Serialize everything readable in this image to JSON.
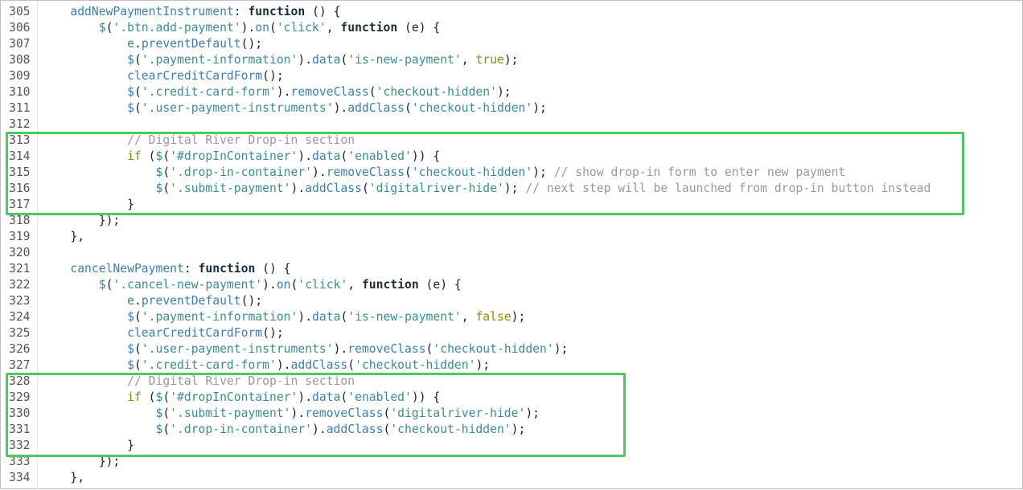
{
  "colors": {
    "highlight": "#4cc964",
    "identifier": "#3b7fb5",
    "string": "#3a8f8a",
    "keyword": "#1c2b3a",
    "comment": "#999999"
  },
  "lines": [
    {
      "n": "305",
      "indent": 1,
      "tokens": [
        [
          "id",
          "addNewPaymentInstrument"
        ],
        [
          "p",
          ": "
        ],
        [
          "kw",
          "function"
        ],
        [
          "p",
          " () {"
        ]
      ]
    },
    {
      "n": "306",
      "indent": 2,
      "tokens": [
        [
          "id",
          "$"
        ],
        [
          "p",
          "("
        ],
        [
          "str",
          "'.btn.add-payment'"
        ],
        [
          "p",
          ")."
        ],
        [
          "id",
          "on"
        ],
        [
          "p",
          "("
        ],
        [
          "str",
          "'click'"
        ],
        [
          "p",
          ", "
        ],
        [
          "kw",
          "function"
        ],
        [
          "p",
          " (e) {"
        ]
      ]
    },
    {
      "n": "307",
      "indent": 3,
      "tokens": [
        [
          "id",
          "e"
        ],
        [
          "p",
          "."
        ],
        [
          "id",
          "preventDefault"
        ],
        [
          "p",
          "();"
        ]
      ]
    },
    {
      "n": "308",
      "indent": 3,
      "tokens": [
        [
          "id",
          "$"
        ],
        [
          "p",
          "("
        ],
        [
          "str",
          "'.payment-information'"
        ],
        [
          "p",
          ")."
        ],
        [
          "id",
          "data"
        ],
        [
          "p",
          "("
        ],
        [
          "str",
          "'is-new-payment'"
        ],
        [
          "p",
          ", "
        ],
        [
          "lit",
          "true"
        ],
        [
          "p",
          ");"
        ]
      ]
    },
    {
      "n": "309",
      "indent": 3,
      "tokens": [
        [
          "id",
          "clearCreditCardForm"
        ],
        [
          "p",
          "();"
        ]
      ]
    },
    {
      "n": "310",
      "indent": 3,
      "tokens": [
        [
          "id",
          "$"
        ],
        [
          "p",
          "("
        ],
        [
          "str",
          "'.credit-card-form'"
        ],
        [
          "p",
          ")."
        ],
        [
          "id",
          "removeClass"
        ],
        [
          "p",
          "("
        ],
        [
          "str",
          "'checkout-hidden'"
        ],
        [
          "p",
          ");"
        ]
      ]
    },
    {
      "n": "311",
      "indent": 3,
      "tokens": [
        [
          "id",
          "$"
        ],
        [
          "p",
          "("
        ],
        [
          "str",
          "'.user-payment-instruments'"
        ],
        [
          "p",
          ")."
        ],
        [
          "id",
          "addClass"
        ],
        [
          "p",
          "("
        ],
        [
          "str",
          "'checkout-hidden'"
        ],
        [
          "p",
          ");"
        ]
      ]
    },
    {
      "n": "312",
      "indent": 0,
      "tokens": []
    },
    {
      "n": "313",
      "indent": 3,
      "tokens": [
        [
          "com",
          "// Digital River Drop-in section"
        ]
      ]
    },
    {
      "n": "314",
      "indent": 3,
      "tokens": [
        [
          "if",
          "if"
        ],
        [
          "p",
          " ("
        ],
        [
          "id",
          "$"
        ],
        [
          "p",
          "("
        ],
        [
          "str",
          "'#dropInContainer'"
        ],
        [
          "p",
          ")."
        ],
        [
          "id",
          "data"
        ],
        [
          "p",
          "("
        ],
        [
          "str",
          "'enabled'"
        ],
        [
          "p",
          ")) {"
        ]
      ]
    },
    {
      "n": "315",
      "indent": 4,
      "tokens": [
        [
          "id",
          "$"
        ],
        [
          "p",
          "("
        ],
        [
          "str",
          "'.drop-in-container'"
        ],
        [
          "p",
          ")."
        ],
        [
          "id",
          "removeClass"
        ],
        [
          "p",
          "("
        ],
        [
          "str",
          "'checkout-hidden'"
        ],
        [
          "p",
          "); "
        ],
        [
          "com",
          "// show drop-in form to enter new payment"
        ]
      ]
    },
    {
      "n": "316",
      "indent": 4,
      "tokens": [
        [
          "id",
          "$"
        ],
        [
          "p",
          "("
        ],
        [
          "str",
          "'.submit-payment'"
        ],
        [
          "p",
          ")."
        ],
        [
          "id",
          "addClass"
        ],
        [
          "p",
          "("
        ],
        [
          "str",
          "'digitalriver-hide'"
        ],
        [
          "p",
          "); "
        ],
        [
          "com",
          "// next step will be launched from drop-in button instead"
        ]
      ]
    },
    {
      "n": "317",
      "indent": 3,
      "tokens": [
        [
          "p",
          "}"
        ]
      ]
    },
    {
      "n": "318",
      "indent": 2,
      "tokens": [
        [
          "p",
          "});"
        ]
      ]
    },
    {
      "n": "319",
      "indent": 1,
      "tokens": [
        [
          "p",
          "},"
        ]
      ]
    },
    {
      "n": "320",
      "indent": 0,
      "tokens": []
    },
    {
      "n": "321",
      "indent": 1,
      "tokens": [
        [
          "id",
          "cancelNewPayment"
        ],
        [
          "p",
          ": "
        ],
        [
          "kw",
          "function"
        ],
        [
          "p",
          " () {"
        ]
      ]
    },
    {
      "n": "322",
      "indent": 2,
      "tokens": [
        [
          "id",
          "$"
        ],
        [
          "p",
          "("
        ],
        [
          "str",
          "'.cancel-new-payment'"
        ],
        [
          "p",
          ")."
        ],
        [
          "id",
          "on"
        ],
        [
          "p",
          "("
        ],
        [
          "str",
          "'click'"
        ],
        [
          "p",
          ", "
        ],
        [
          "kw",
          "function"
        ],
        [
          "p",
          " (e) {"
        ]
      ]
    },
    {
      "n": "323",
      "indent": 3,
      "tokens": [
        [
          "id",
          "e"
        ],
        [
          "p",
          "."
        ],
        [
          "id",
          "preventDefault"
        ],
        [
          "p",
          "();"
        ]
      ]
    },
    {
      "n": "324",
      "indent": 3,
      "tokens": [
        [
          "id",
          "$"
        ],
        [
          "p",
          "("
        ],
        [
          "str",
          "'.payment-information'"
        ],
        [
          "p",
          ")."
        ],
        [
          "id",
          "data"
        ],
        [
          "p",
          "("
        ],
        [
          "str",
          "'is-new-payment'"
        ],
        [
          "p",
          ", "
        ],
        [
          "lit",
          "false"
        ],
        [
          "p",
          ");"
        ]
      ]
    },
    {
      "n": "325",
      "indent": 3,
      "tokens": [
        [
          "id",
          "clearCreditCardForm"
        ],
        [
          "p",
          "();"
        ]
      ]
    },
    {
      "n": "326",
      "indent": 3,
      "tokens": [
        [
          "id",
          "$"
        ],
        [
          "p",
          "("
        ],
        [
          "str",
          "'.user-payment-instruments'"
        ],
        [
          "p",
          ")."
        ],
        [
          "id",
          "removeClass"
        ],
        [
          "p",
          "("
        ],
        [
          "str",
          "'checkout-hidden'"
        ],
        [
          "p",
          ");"
        ]
      ]
    },
    {
      "n": "327",
      "indent": 3,
      "tokens": [
        [
          "id",
          "$"
        ],
        [
          "p",
          "("
        ],
        [
          "str",
          "'.credit-card-form'"
        ],
        [
          "p",
          ")."
        ],
        [
          "id",
          "addClass"
        ],
        [
          "p",
          "("
        ],
        [
          "str",
          "'checkout-hidden'"
        ],
        [
          "p",
          ");"
        ]
      ]
    },
    {
      "n": "328",
      "indent": 3,
      "tokens": [
        [
          "com",
          "// Digital River Drop-in section"
        ]
      ]
    },
    {
      "n": "329",
      "indent": 3,
      "tokens": [
        [
          "if",
          "if"
        ],
        [
          "p",
          " ("
        ],
        [
          "id",
          "$"
        ],
        [
          "p",
          "("
        ],
        [
          "str",
          "'#dropInContainer'"
        ],
        [
          "p",
          ")."
        ],
        [
          "id",
          "data"
        ],
        [
          "p",
          "("
        ],
        [
          "str",
          "'enabled'"
        ],
        [
          "p",
          ")) {"
        ]
      ]
    },
    {
      "n": "330",
      "indent": 4,
      "tokens": [
        [
          "id",
          "$"
        ],
        [
          "p",
          "("
        ],
        [
          "str",
          "'.submit-payment'"
        ],
        [
          "p",
          ")."
        ],
        [
          "id",
          "removeClass"
        ],
        [
          "p",
          "("
        ],
        [
          "str",
          "'digitalriver-hide'"
        ],
        [
          "p",
          ");"
        ]
      ]
    },
    {
      "n": "331",
      "indent": 4,
      "tokens": [
        [
          "id",
          "$"
        ],
        [
          "p",
          "("
        ],
        [
          "str",
          "'.drop-in-container'"
        ],
        [
          "p",
          ")."
        ],
        [
          "id",
          "addClass"
        ],
        [
          "p",
          "("
        ],
        [
          "str",
          "'checkout-hidden'"
        ],
        [
          "p",
          ");"
        ]
      ]
    },
    {
      "n": "332",
      "indent": 3,
      "tokens": [
        [
          "p",
          "}"
        ]
      ]
    },
    {
      "n": "333",
      "indent": 2,
      "tokens": [
        [
          "p",
          "});"
        ]
      ]
    },
    {
      "n": "334",
      "indent": 1,
      "tokens": [
        [
          "p",
          "},"
        ]
      ]
    }
  ]
}
